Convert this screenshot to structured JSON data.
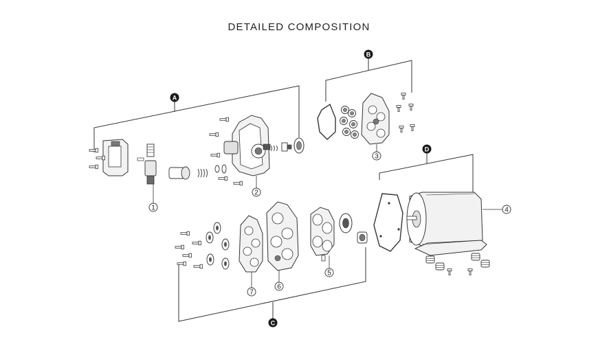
{
  "title": "DETAILED  COMPOSITION",
  "groups": {
    "a": "A",
    "b": "B",
    "c": "C",
    "d": "D"
  },
  "callouts": {
    "c1": "1",
    "c2": "2",
    "c3": "3",
    "c4": "4",
    "c5": "5",
    "c6": "6",
    "c7": "7"
  },
  "colors": {
    "line": "#333333",
    "badge": "#1a1a1a",
    "part_fill": "#f2f2f2",
    "part_dark": "#6a6a6a"
  }
}
